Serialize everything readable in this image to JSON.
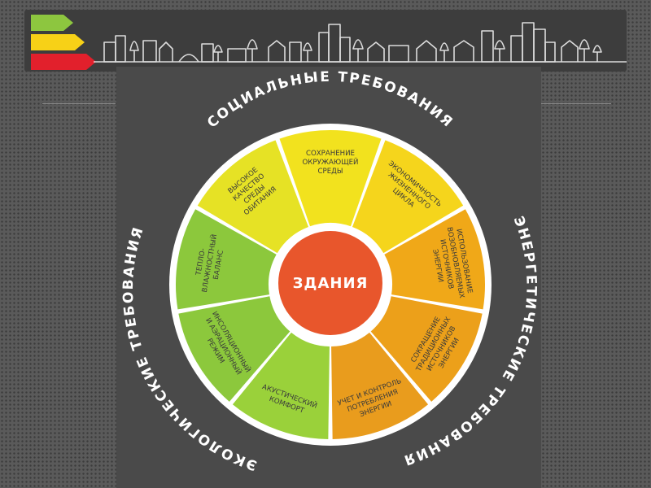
{
  "center": {
    "label": "ЗДАНИЯ",
    "color": "#e8562c"
  },
  "arc_titles": {
    "social": "СОЦИАЛЬНЫЕ ТРЕБОВАНИЯ",
    "energy": "ЭНЕРГЕТИЧЕСКИЕ ТРЕБОВАНИЯ",
    "ecology": "ЭКОЛОГИЧЕСКИЕ ТРЕБОВАНИЯ"
  },
  "segments": [
    {
      "lines": [
        "СОХРАНЕНИЕ",
        "ОКРУЖАЮЩЕЙ",
        "СРЕДЫ"
      ],
      "color": "#f2e21e"
    },
    {
      "lines": [
        "ЭКОНОМИЧНОСТЬ",
        "ЖИЗНЕННОГО",
        "ЦИКЛА"
      ],
      "color": "#f5d51c"
    },
    {
      "lines": [
        "ИСПОЛЬЗОВАНИЕ",
        "ВОЗОБНОВЛЯЕМЫХ",
        "ИСТОЧНИКОВ",
        "ЭНЕРГИИ"
      ],
      "color": "#f0a818"
    },
    {
      "lines": [
        "СОКРАЩЕНИЕ",
        "ТРАДИЦИОННЫХ",
        "ИСТОЧНИКОВ",
        "ЭНЕРГИИ"
      ],
      "color": "#eca01a"
    },
    {
      "lines": [
        "УЧЕТ И КОНТРОЛЬ",
        "ПОТРЕБЛЕНИЯ",
        "ЭНЕРГИИ"
      ],
      "color": "#e99c1d"
    },
    {
      "lines": [
        "АКУСТИЧЕСКИЙ",
        "КОМФОРТ"
      ],
      "color": "#9ad13a"
    },
    {
      "lines": [
        "ИНСОЛЯЦИОННЫЙ",
        "И АЭРАЦИОННЫЙ",
        "РЕЖИМ"
      ],
      "color": "#8cc83c"
    },
    {
      "lines": [
        "ТЕПЛО-",
        "ВЛАЖНОСТНЫЙ",
        "БАЛАНС"
      ],
      "color": "#8cc83c"
    },
    {
      "lines": [
        "ВЫСОКОЕ",
        "КАЧЕСТВО",
        "СРЕДЫ",
        "ОБИТАНИЯ"
      ],
      "color": "#e6e225"
    }
  ],
  "energy_label_bars": [
    {
      "name": "green",
      "color": "#8dc63f"
    },
    {
      "name": "yellow",
      "color": "#f7d117"
    },
    {
      "name": "red",
      "color": "#e2202c"
    }
  ],
  "colors": {
    "outer_ring": "#ffffff",
    "panel": "#4a4a4a",
    "banner": "#3d3d3d"
  }
}
